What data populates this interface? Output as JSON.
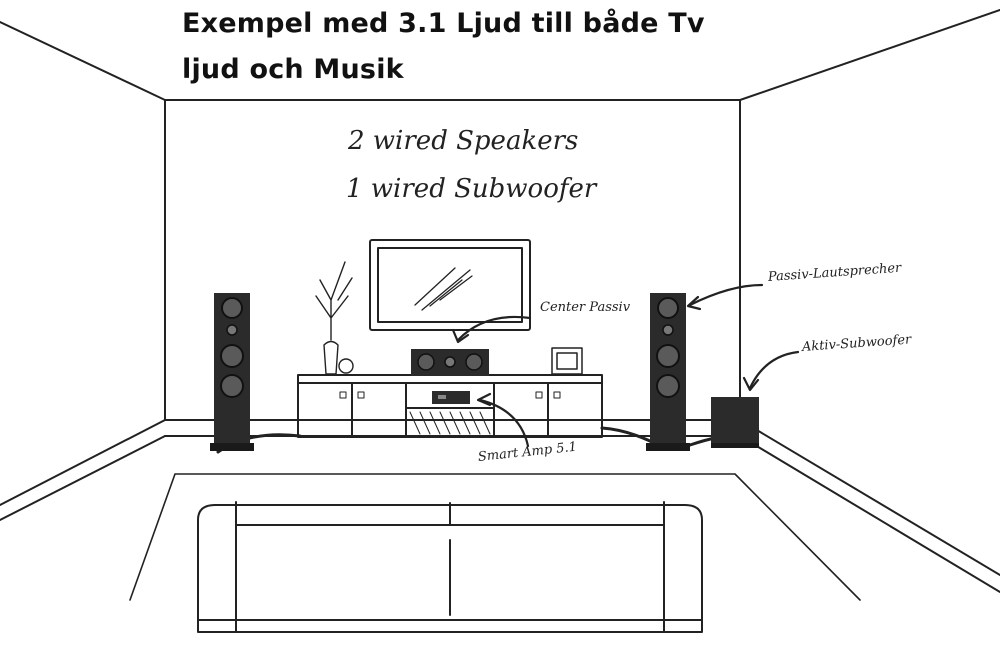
{
  "title": {
    "line1": "Exempel med 3.1 Ljud till både Tv",
    "line2": "ljud och Musik"
  },
  "wall_text": {
    "line1": "2 wired Speakers",
    "line2": "1 wired Subwoofer"
  },
  "callouts": {
    "center": "Center Passiv",
    "passive": "Passiv-Lautsprecher",
    "subwoofer": "Aktiv-Subwoofer",
    "amp": "Smart Amp 5.1"
  },
  "colors": {
    "line": "#222222",
    "speaker": "#2b2b2b",
    "driver": "#5a5a5a",
    "wall": "#ffffff"
  }
}
